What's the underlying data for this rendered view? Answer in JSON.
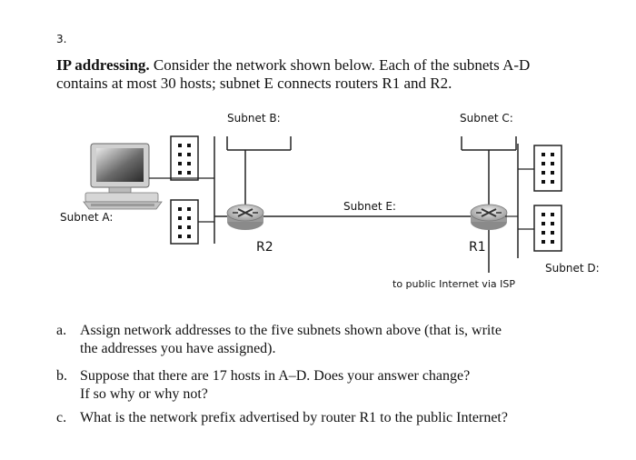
{
  "problem": {
    "number": "3.",
    "title": "IP addressing.",
    "intro": "Consider the network shown below. Each of the subnets A-D contains at most 30 hosts; subnet E connects routers R1 and R2."
  },
  "diagram": {
    "subnet_a": "Subnet A:",
    "subnet_b": "Subnet B:",
    "subnet_c": "Subnet C:",
    "subnet_d": "Subnet D:",
    "subnet_e": "Subnet E:",
    "router_r1": "R1",
    "router_r2": "R2",
    "isp_label": "to public Internet via ISP"
  },
  "questions": [
    {
      "marker": "a.",
      "line1": "Assign network addresses to the five subnets shown above (that is, write",
      "line2": "the addresses you have assigned)."
    },
    {
      "marker": "b.",
      "line1": "Suppose that there are 17 hosts in A–D. Does your answer change?",
      "line2": "If so why or why not?"
    },
    {
      "marker": "c.",
      "line1": "What is the network prefix advertised by router R1 to the public Internet?",
      "line2": ""
    }
  ]
}
